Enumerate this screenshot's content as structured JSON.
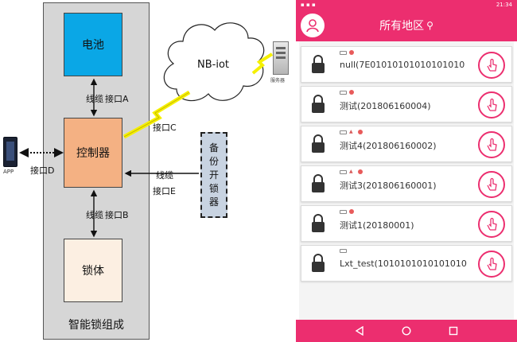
{
  "diagram": {
    "battery": "电池",
    "controller": "控制器",
    "lock_body": "锁体",
    "panel_caption": "智能锁组成",
    "cable_a": "线缆",
    "interface_a": "接口A",
    "cable_b": "线缆",
    "interface_b": "接口B",
    "interface_c": "接口C",
    "interface_d": "接口D",
    "cable_e": "线缆",
    "interface_e": "接口E",
    "cloud": "NB-iot",
    "backup_device": [
      "备",
      "份",
      "开",
      "锁",
      "器"
    ],
    "app_label": "APP",
    "server_label": "服务器",
    "colors": {
      "battery": "#0aa7e6",
      "controller": "#f4b183",
      "lock_body": "#fcefe2",
      "panel": "#d6d6d6",
      "backup": "#c8d3e1",
      "wireless": "#f5f000"
    }
  },
  "phone": {
    "status_time": "21:34",
    "title": "所有地区",
    "accent": "#ec2e6f",
    "locks": [
      {
        "name": "null(7E01010101010101010"
      },
      {
        "name": "测试(201806160004)"
      },
      {
        "name": "测试4(201806160002)"
      },
      {
        "name": "测试3(201806160001)"
      },
      {
        "name": "测试1(20180001)"
      },
      {
        "name": "Lxt_test(1010101010101010"
      }
    ]
  }
}
